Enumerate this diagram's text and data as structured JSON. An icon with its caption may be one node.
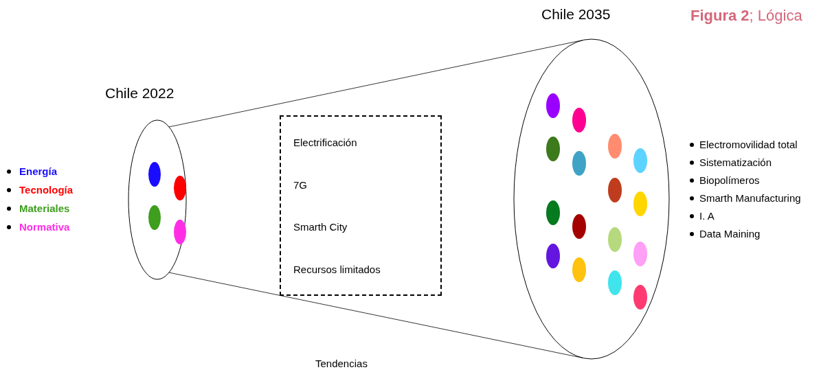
{
  "diagram": {
    "title": "**Figura 2**; Lógica",
    "nodes": [
      {
        "text": [
          "Chile 2022"
        ]
      },
      {
        "text": [
          "Electrificación",
          "7G",
          "Smarth City",
          "Recursos limitados"
        ]
      },
      {
        "text": [
          "Chile 2035"
        ],
        "beside": [
          "Electromovilidad total",
          "Sistematización",
          "Biopolímeros",
          "Smarth Manufacturing",
          "I. A",
          "Data Maining"
        ]
      }
    ],
    "edges": [
      {
        "from": 0,
        "to": 2,
        "arrow": "none"
      },
      {
        "from": 0,
        "to": 2,
        "arrow": "none"
      }
    ],
    "labels": [
      "Tendencias"
    ],
    "legend": [
      {
        "text": "Energía",
        "color": "#1a0dff"
      },
      {
        "text": "Tecnología",
        "color": "#ff0000"
      },
      {
        "text": "Materiales",
        "color": "#3e9e1e"
      },
      {
        "text": "Normativa",
        "color": "#ff2ee6"
      }
    ]
  }
}
